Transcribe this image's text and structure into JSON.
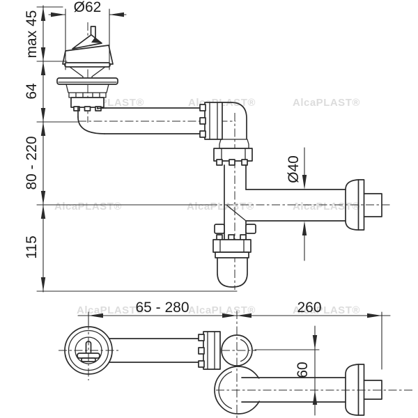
{
  "drawing": {
    "watermark_text": "AlcaPLAST®",
    "colors": {
      "line": "#2b2b2b",
      "watermark": "#dcdcdc",
      "background": "#ffffff"
    },
    "labels": {
      "top_diameter": "Ø62",
      "max_plug_height": "max 45",
      "strainer_height": "64",
      "adjustable_height": "80 - 220",
      "cup_depth": "115",
      "outlet_pipe_diameter": "Ø40",
      "adjustable_length": "65 - 280",
      "outlet_length": "260",
      "outlet_offset": "60"
    }
  }
}
